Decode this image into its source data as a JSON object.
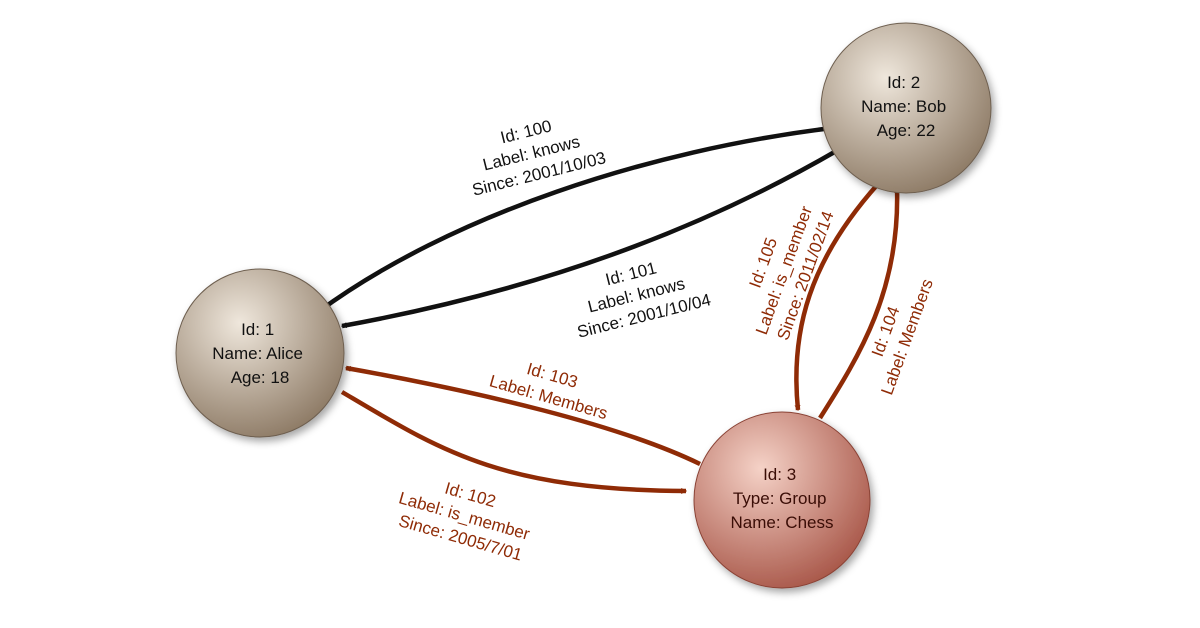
{
  "colors": {
    "person_node_light": "#efe7dc",
    "person_node_dark": "#8e7b66",
    "group_node_light": "#f5d2c7",
    "group_node_dark": "#a9584a",
    "knows_edge": "#111111",
    "member_edge": "#8f2b06"
  },
  "nodes": [
    {
      "key": "alice",
      "lines": [
        "Id: 1",
        "Name: Alice",
        "Age: 18"
      ]
    },
    {
      "key": "bob",
      "lines": [
        "Id: 2",
        "Name: Bob",
        "Age: 22"
      ]
    },
    {
      "key": "chess",
      "lines": [
        "Id: 3",
        "Type: Group",
        "Name: Chess"
      ]
    }
  ],
  "edges": [
    {
      "key": "e100",
      "from": "alice",
      "to": "bob",
      "kind": "knows",
      "lines": [
        "Id: 100",
        "Label: knows",
        "Since: 2001/10/03"
      ]
    },
    {
      "key": "e101",
      "from": "bob",
      "to": "alice",
      "kind": "knows",
      "lines": [
        "Id: 101",
        "Label: knows",
        "Since: 2001/10/04"
      ]
    },
    {
      "key": "e102",
      "from": "alice",
      "to": "chess",
      "kind": "member",
      "lines": [
        "Id: 102",
        "Label: is_member",
        "Since: 2005/7/01"
      ]
    },
    {
      "key": "e103",
      "from": "chess",
      "to": "alice",
      "kind": "member",
      "lines": [
        "Id: 103",
        "Label: Members"
      ]
    },
    {
      "key": "e104",
      "from": "chess",
      "to": "bob",
      "kind": "member",
      "lines": [
        "Id: 104",
        "Label: Members"
      ]
    },
    {
      "key": "e105",
      "from": "bob",
      "to": "chess",
      "kind": "member",
      "lines": [
        "Id: 105",
        "Label: is_member",
        "Since: 2011/02/14"
      ]
    }
  ]
}
